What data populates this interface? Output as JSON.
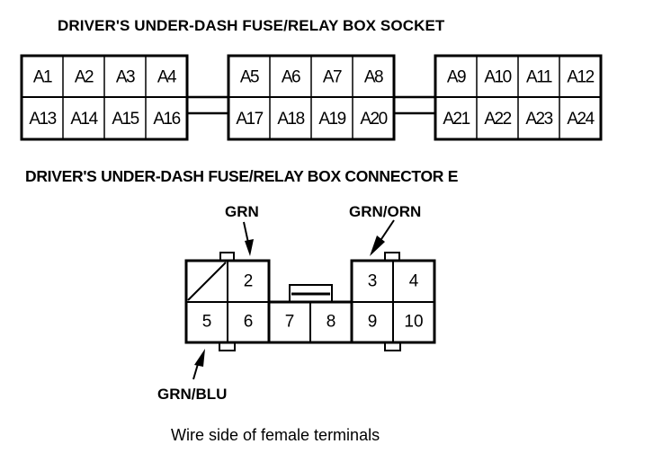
{
  "socket": {
    "title": "DRIVER'S UNDER-DASH FUSE/RELAY BOX SOCKET",
    "groups": [
      {
        "top": [
          "A1",
          "A2",
          "A3",
          "A4"
        ],
        "bottom": [
          "A13",
          "A14",
          "A15",
          "A16"
        ]
      },
      {
        "top": [
          "A5",
          "A6",
          "A7",
          "A8"
        ],
        "bottom": [
          "A17",
          "A18",
          "A19",
          "A20"
        ]
      },
      {
        "top": [
          "A9",
          "A10",
          "A11",
          "A12"
        ],
        "bottom": [
          "A21",
          "A22",
          "A23",
          "A24"
        ]
      }
    ]
  },
  "connector": {
    "title": "DRIVER'S UNDER-DASH FUSE/RELAY BOX CONNECTOR E",
    "pins": {
      "p1": "",
      "p2": "2",
      "p3": "3",
      "p4": "4",
      "p5": "5",
      "p6": "6",
      "p7": "7",
      "p8": "8",
      "p9": "9",
      "p10": "10"
    },
    "unused_pins": [
      "1"
    ],
    "wires": [
      {
        "terminal": "2",
        "color": "GRN"
      },
      {
        "terminal": "3",
        "color": "GRN/ORN"
      },
      {
        "terminal": "5",
        "color": "GRN/BLU"
      }
    ],
    "caption": "Wire side of female terminals"
  }
}
